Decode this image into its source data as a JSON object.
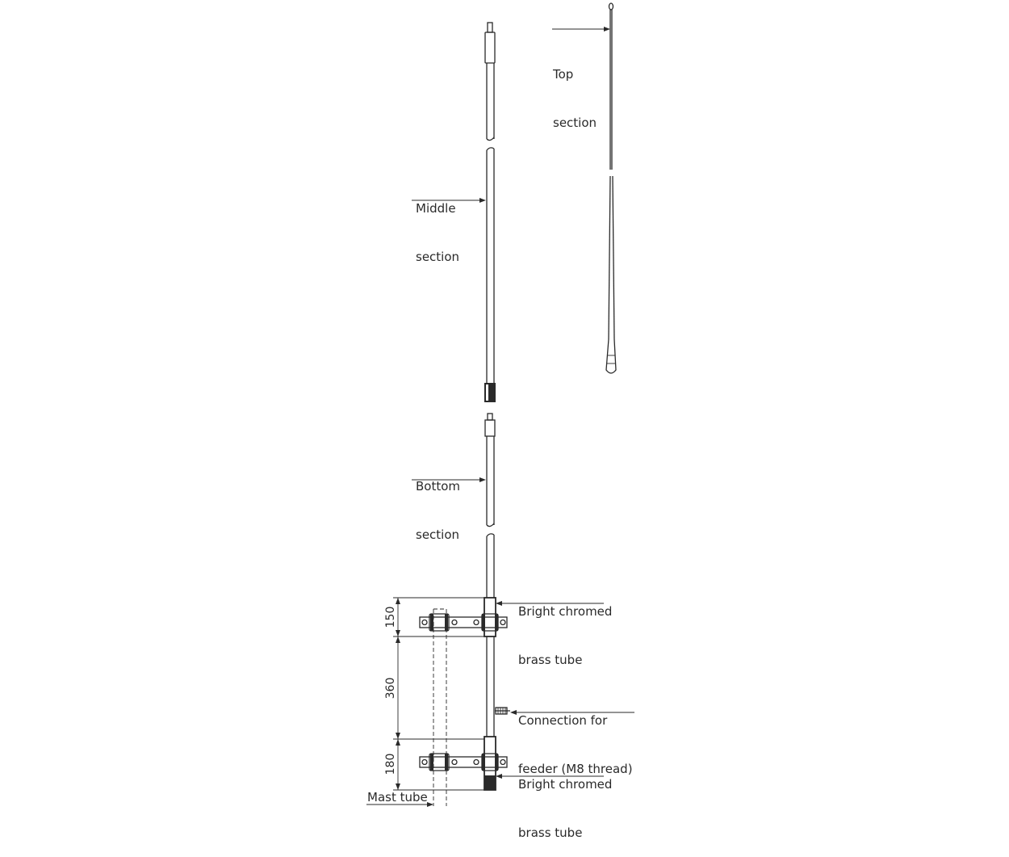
{
  "labels": {
    "top_section": [
      "Top",
      "section"
    ],
    "middle_section": [
      "Middle",
      "section"
    ],
    "bottom_section": [
      "Bottom",
      "section"
    ],
    "brass_tube_upper": [
      "Bright chromed",
      "brass tube"
    ],
    "feeder_connection": [
      "Connection for",
      "feeder (M8 thread)"
    ],
    "brass_tube_lower": [
      "Bright chromed",
      "brass tube"
    ],
    "mast_tube": "Mast tube"
  },
  "dimensions": {
    "upper_spacing": "150",
    "clamp_spacing": "360",
    "lower_spacing": "180"
  },
  "colors": {
    "line": "#2a2a2a",
    "background": "#ffffff"
  }
}
